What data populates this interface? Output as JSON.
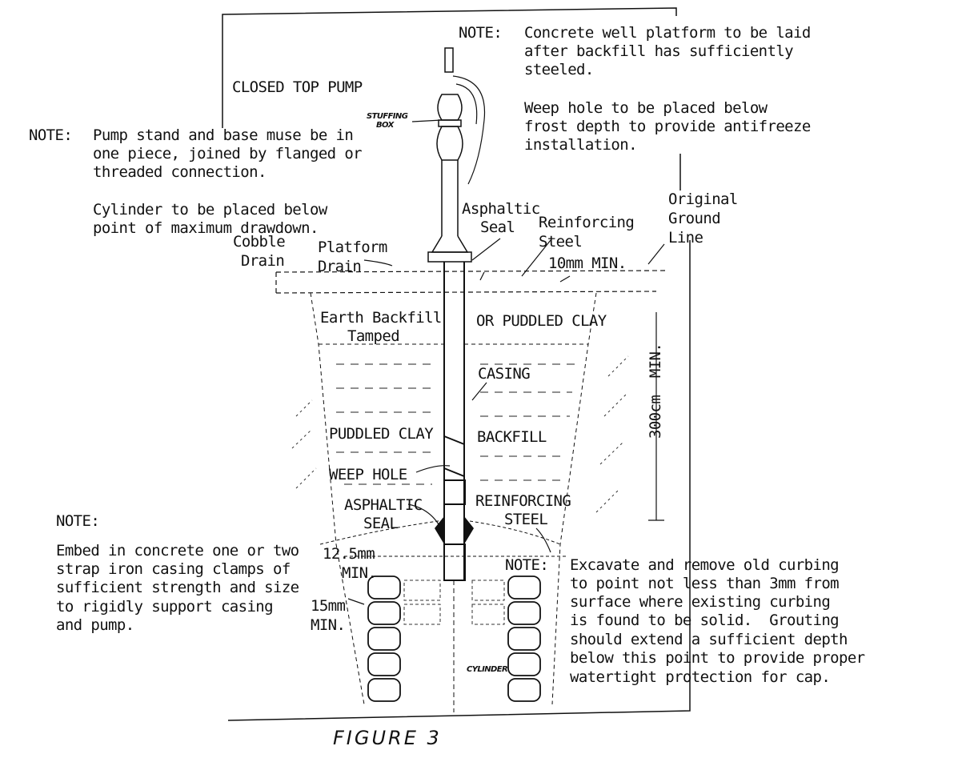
{
  "figure_caption": "FIGURE 3",
  "title": "CLOSED TOP PUMP",
  "notes": {
    "top_right": {
      "label": "NOTE:",
      "lines": [
        "Concrete well platform to be laid",
        "after backfill has sufficiently",
        "steeled.",
        "",
        "Weep hole to be placed below",
        "frost depth to provide antifreeze",
        "installation."
      ]
    },
    "left_top": {
      "label": "NOTE:",
      "lines": [
        "Pump stand and base muse be in",
        "one piece, joined by flanged or",
        "threaded connection.",
        "",
        "Cylinder to be placed below",
        "point of maximum drawdown."
      ]
    },
    "left_bottom": {
      "label": "NOTE:",
      "lines": [
        "Embed in concrete one or two",
        "strap iron casing clamps of",
        "sufficient strength and size",
        "to rigidly support casing",
        "and pump."
      ]
    },
    "bottom_right": {
      "label": "NOTE:",
      "lines": [
        "Excavate and remove old curbing",
        "to point not less than 3mm from",
        "surface where existing curbing",
        "is found to be solid.  Grouting",
        "should extend a sufficient depth",
        "below this point to provide proper",
        "watertight protection for cap."
      ]
    }
  },
  "labels": {
    "stuffing_box": [
      "STUFFING",
      "BOX"
    ],
    "asphaltic_seal_top": [
      "Asphaltic",
      "Seal"
    ],
    "reinforcing_steel_top": [
      "Reinforcing",
      "Steel"
    ],
    "original_ground_line": [
      "Original",
      "Ground",
      "Line"
    ],
    "cobble_drain": [
      "Cobble",
      "Drain"
    ],
    "platform_drain": [
      "Platform",
      "Drain"
    ],
    "ten_mm_min": "10mm MIN.",
    "earth_backfill": [
      "Earth Backfill",
      "Tamped"
    ],
    "or_puddled_clay": "OR PUDDLED CLAY",
    "casing": "CASING",
    "puddled_clay": "PUDDLED CLAY",
    "backfill": "BACKFILL",
    "weep_hole": "WEEP HOLE",
    "asphaltic_seal_bottom": [
      "ASPHALTIC",
      "SEAL"
    ],
    "reinforcing_steel_bottom": [
      "REINFORCING",
      "STEEL"
    ],
    "depth_dimension": "300cm  MIN.",
    "twelve_mm_min": [
      "12.5mm",
      "MIN."
    ],
    "fifteen_mm_min": [
      "15mm",
      "MIN."
    ],
    "cylinder": "CYLINDER"
  }
}
